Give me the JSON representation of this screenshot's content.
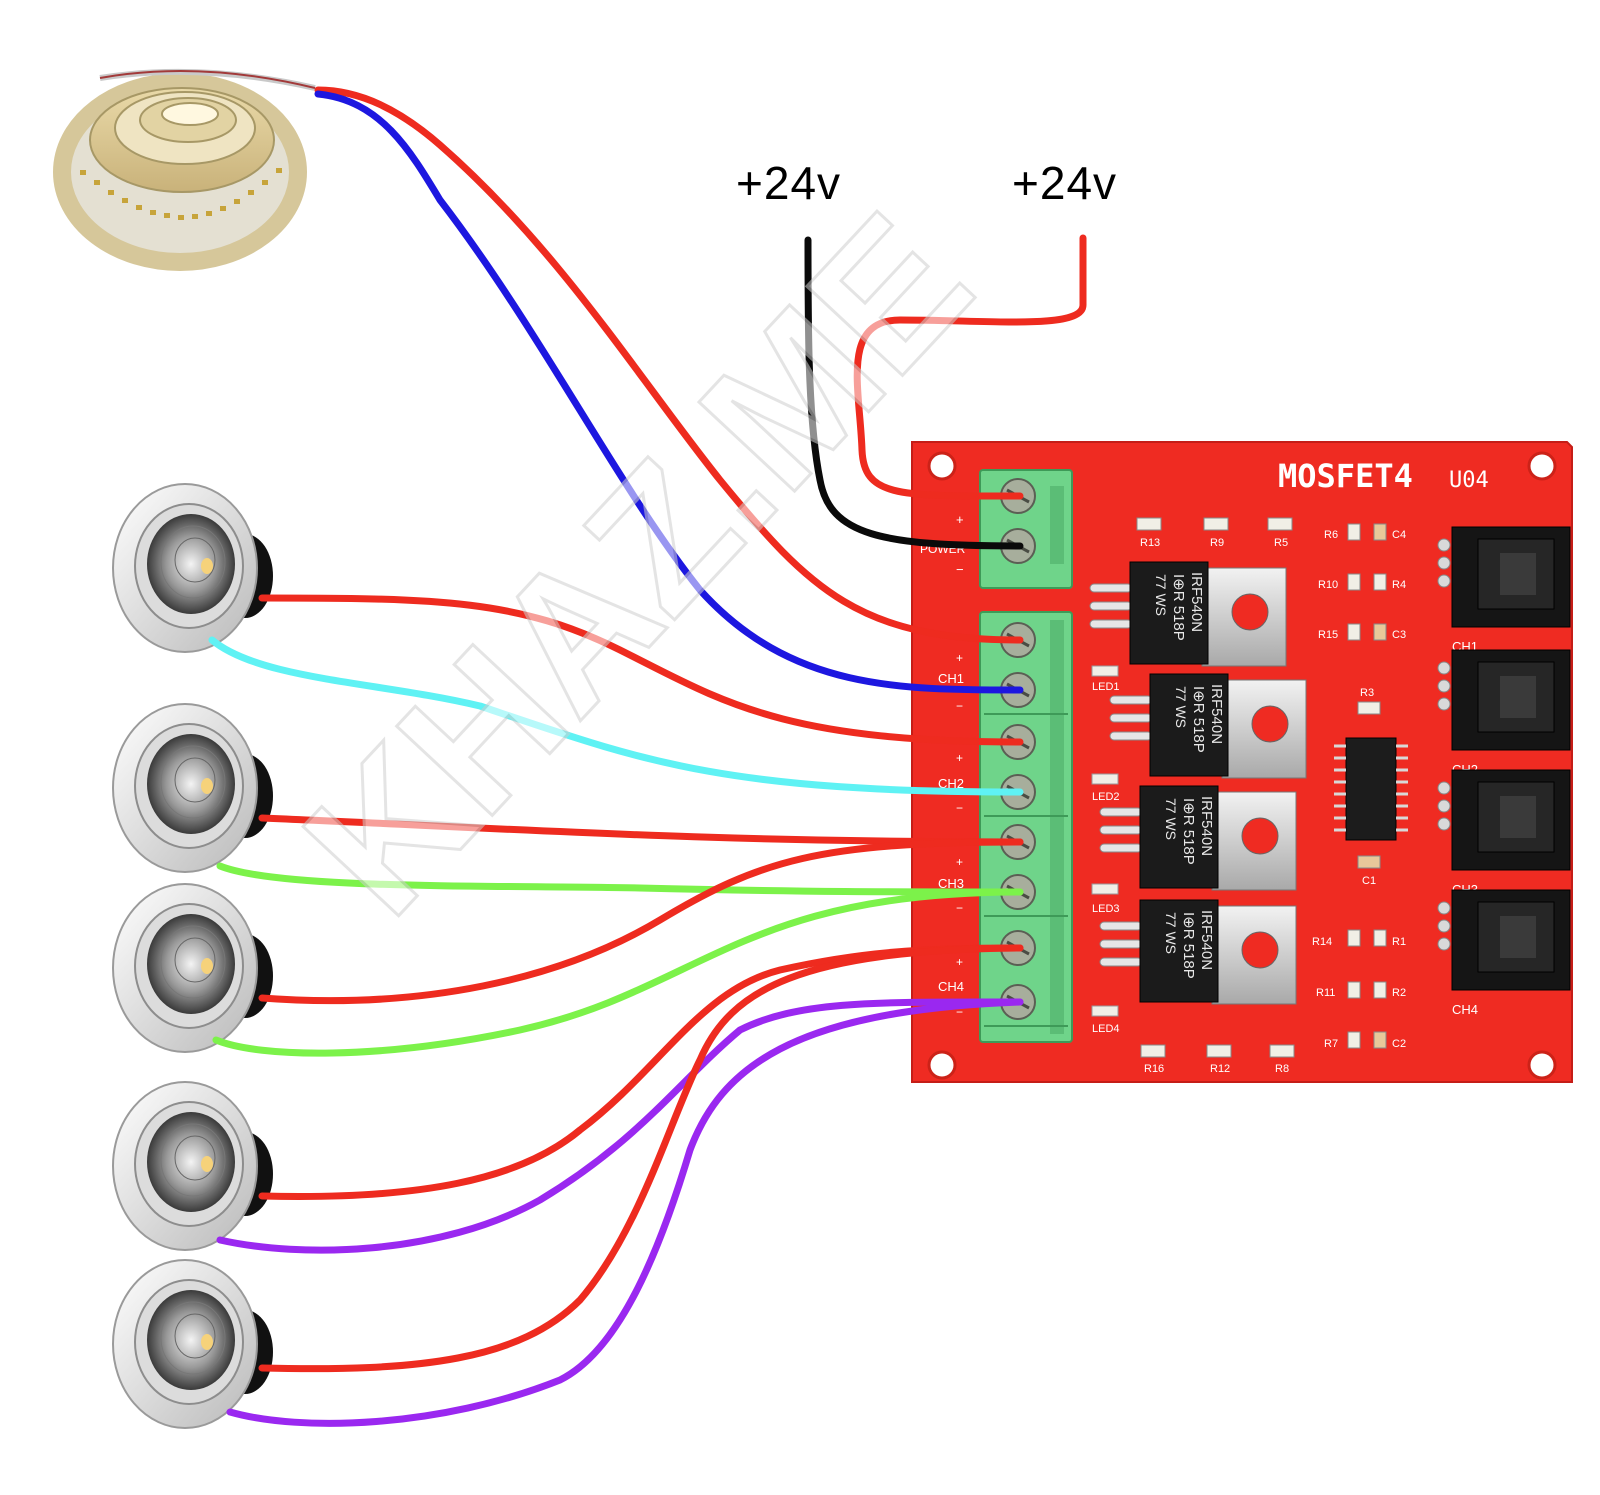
{
  "power_labels": {
    "left": "+24v",
    "right": "+24v"
  },
  "watermark": "KHAZ.ME",
  "board": {
    "title": "MOSFET4",
    "model": "U04",
    "power_label": "POWER",
    "plus": "+",
    "minus": "−",
    "channels": [
      "CH1",
      "CH2",
      "CH3",
      "CH4"
    ],
    "leds": [
      "LED1",
      "LED2",
      "LED3",
      "LED4"
    ],
    "resistors_top": [
      "R13",
      "R9",
      "R5"
    ],
    "resistors_bottom": [
      "R16",
      "R12",
      "R8"
    ],
    "resistors_side": [
      "R6",
      "R10",
      "R15",
      "R14",
      "R11",
      "R7",
      "R3"
    ],
    "resistors_right": [
      "R4",
      "R1",
      "R2"
    ],
    "caps": [
      "C4",
      "C3",
      "C1",
      "C2"
    ],
    "mosfet_lines": [
      "IRF540N",
      "I⊕R",
      "518P",
      "77",
      "WS"
    ]
  },
  "colors": {
    "board": "#ef2b22",
    "terminal": "#6fd48a",
    "wire_red": "#ee2b1f",
    "wire_blue": "#1d17e0",
    "wire_black": "#0a0a0a",
    "wire_cyan": "#5ff2f4",
    "wire_green": "#7cf24a",
    "wire_purple": "#9a28f0"
  }
}
